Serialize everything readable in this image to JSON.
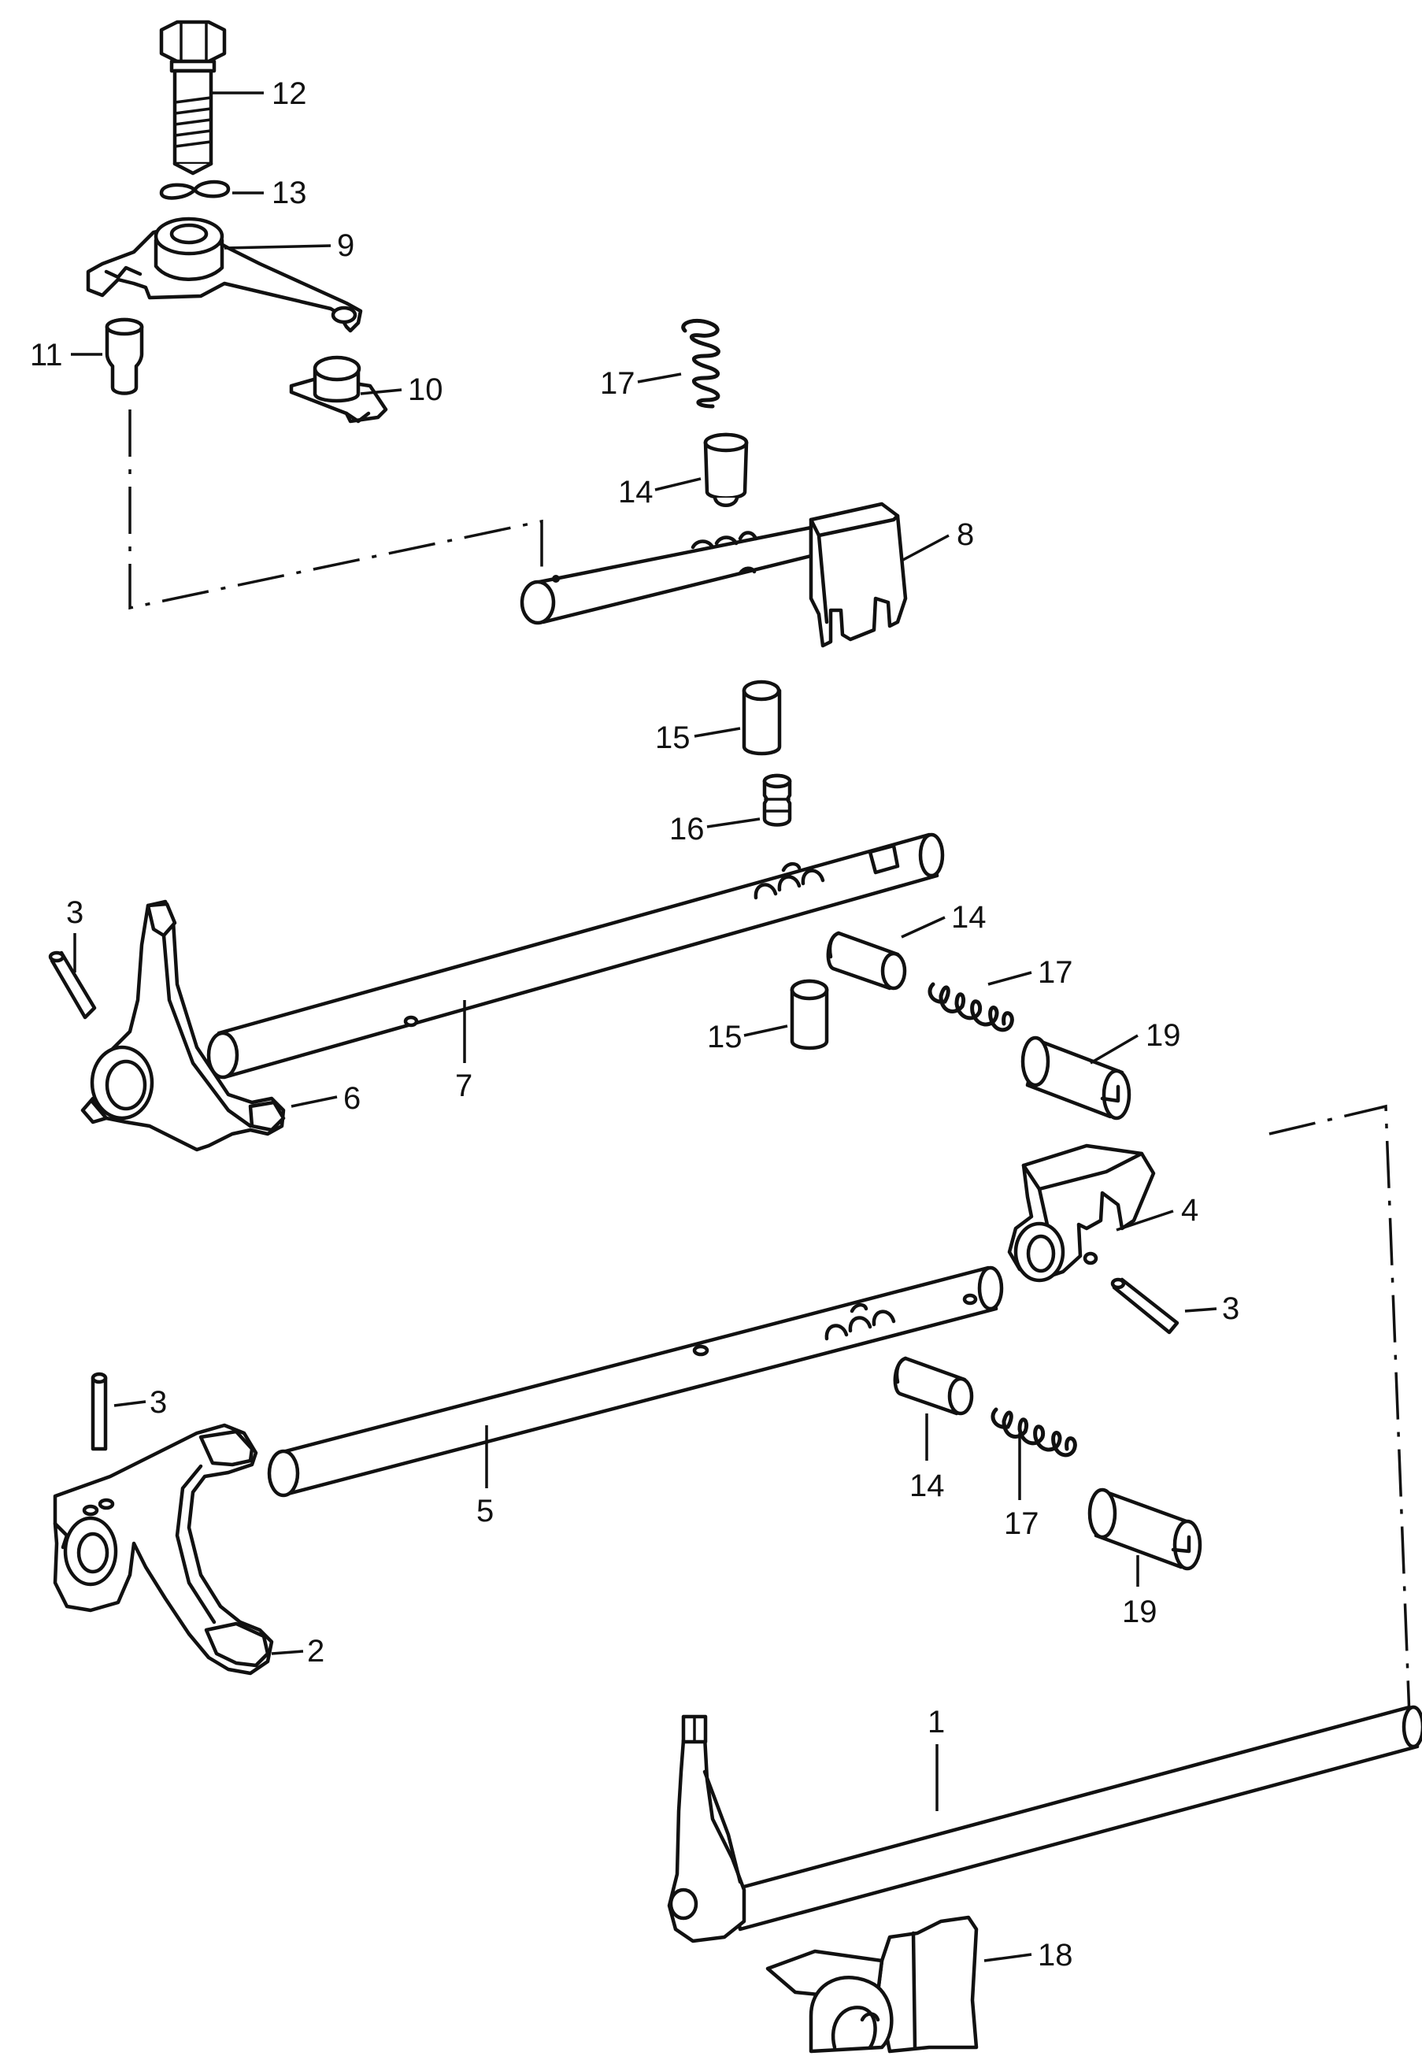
{
  "callouts": [
    {
      "id": "c12",
      "label": "12"
    },
    {
      "id": "c13",
      "label": "13"
    },
    {
      "id": "c9",
      "label": "9"
    },
    {
      "id": "c11",
      "label": "11"
    },
    {
      "id": "c10",
      "label": "10"
    },
    {
      "id": "c17a",
      "label": "17"
    },
    {
      "id": "c14a",
      "label": "14"
    },
    {
      "id": "c8",
      "label": "8"
    },
    {
      "id": "c15a",
      "label": "15"
    },
    {
      "id": "c16",
      "label": "16"
    },
    {
      "id": "c3a",
      "label": "3"
    },
    {
      "id": "c14b",
      "label": "14"
    },
    {
      "id": "c17b",
      "label": "17"
    },
    {
      "id": "c15b",
      "label": "15"
    },
    {
      "id": "c19a",
      "label": "19"
    },
    {
      "id": "c6",
      "label": "6"
    },
    {
      "id": "c7",
      "label": "7"
    },
    {
      "id": "c4",
      "label": "4"
    },
    {
      "id": "c3b",
      "label": "3"
    },
    {
      "id": "c3c",
      "label": "3"
    },
    {
      "id": "c5",
      "label": "5"
    },
    {
      "id": "c14c",
      "label": "14"
    },
    {
      "id": "c17c",
      "label": "17"
    },
    {
      "id": "c19b",
      "label": "19"
    },
    {
      "id": "c2",
      "label": "2"
    },
    {
      "id": "c1",
      "label": "1"
    },
    {
      "id": "c18",
      "label": "18"
    }
  ]
}
